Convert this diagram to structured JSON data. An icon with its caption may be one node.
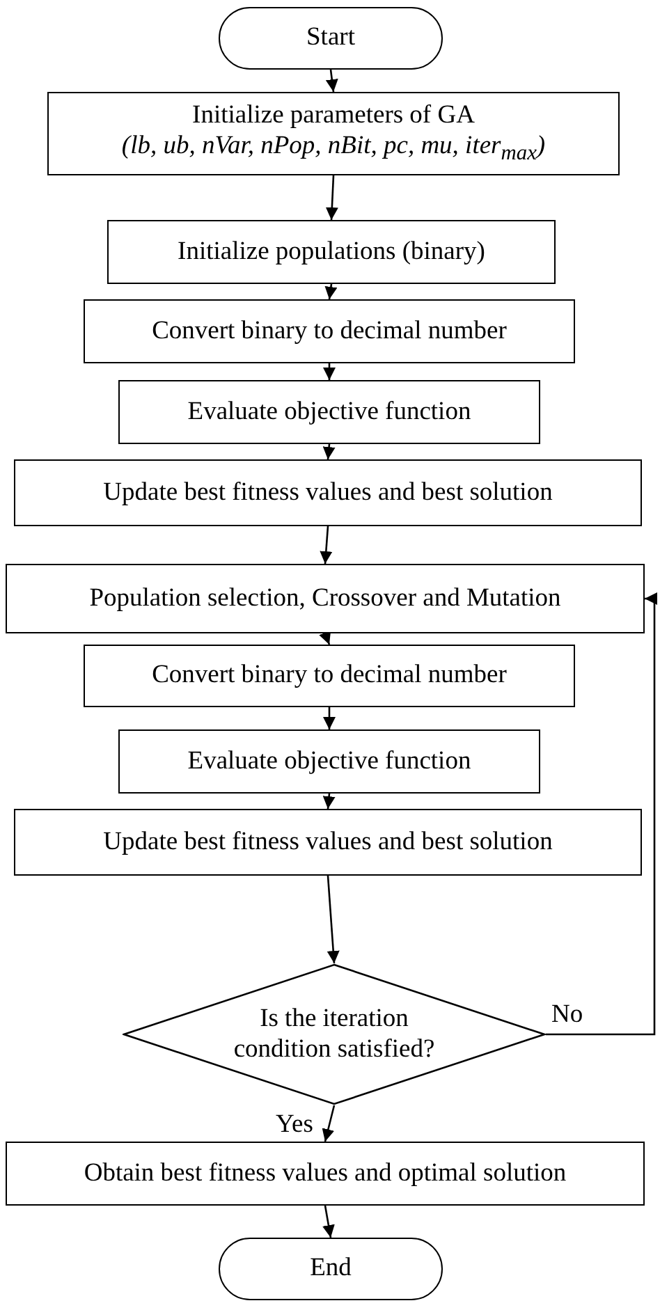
{
  "diagram": {
    "nodes": [
      {
        "text": [
          "Start"
        ]
      },
      {
        "text": [
          "Initialize parameters of GA",
          "(lb, ub, nVar, nPop, nBit, pc, mu, iter$_{max}$)"
        ]
      },
      {
        "text": [
          "Initialize populations (binary)"
        ]
      },
      {
        "text": [
          "Convert binary to decimal number"
        ]
      },
      {
        "text": [
          "Evaluate objective function"
        ]
      },
      {
        "text": [
          "Update best fitness values and best solution"
        ]
      },
      {
        "text": [
          "Population selection, Crossover and Mutation"
        ]
      },
      {
        "text": [
          "Convert binary to decimal number"
        ]
      },
      {
        "text": [
          "Evaluate objective function"
        ]
      },
      {
        "text": [
          "Update best fitness values and best solution"
        ]
      },
      {
        "text": [
          "Is the iteration condition satisfied?"
        ]
      },
      {
        "text": [
          "Obtain best fitness values and optimal solution"
        ]
      },
      {
        "text": [
          "End"
        ]
      }
    ],
    "edges": [
      {
        "from": 0,
        "to": 1,
        "arrow": "to"
      },
      {
        "from": 1,
        "to": 2,
        "arrow": "to"
      },
      {
        "from": 2,
        "to": 3,
        "arrow": "to"
      },
      {
        "from": 3,
        "to": 4,
        "arrow": "to"
      },
      {
        "from": 4,
        "to": 5,
        "arrow": "to"
      },
      {
        "from": 5,
        "to": 6,
        "arrow": "to"
      },
      {
        "from": 6,
        "to": 7,
        "arrow": "to"
      },
      {
        "from": 7,
        "to": 8,
        "arrow": "to"
      },
      {
        "from": 8,
        "to": 9,
        "arrow": "to"
      },
      {
        "from": 9,
        "to": 10,
        "arrow": "to"
      },
      {
        "from": 10,
        "to": 6,
        "label": "No",
        "arrow": "to"
      },
      {
        "from": 10,
        "to": 11,
        "label": "Yes",
        "arrow": "to"
      },
      {
        "from": 11,
        "to": 12,
        "arrow": "to"
      }
    ]
  }
}
